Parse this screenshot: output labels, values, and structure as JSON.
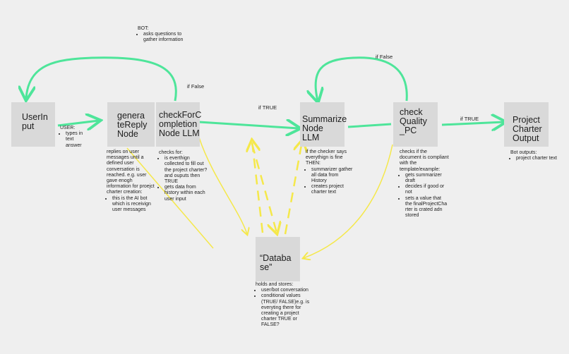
{
  "nodes": {
    "user_input": "UserIn\nput",
    "generate_reply": "genera\nteReply\nNode",
    "check_for_completion": "checkForC\nompletion\nNode LLM",
    "summarize": "Summarize\nNode\nLLM",
    "check_quality": "check\nQuality\n_PC",
    "output": "Project\nCharter\nOutput",
    "database": "“Databa\nse”"
  },
  "edge_labels": {
    "if_false_1": "if False",
    "if_true_1": "if TRUE",
    "if_false_2": "if False",
    "if_true_2": "if TRUE"
  },
  "notes": {
    "bot": {
      "title": "BOT:",
      "items": [
        "asks questions to gather information"
      ]
    },
    "user": {
      "title": "USER:",
      "items": [
        "types in text answer"
      ]
    },
    "generate": {
      "text": "replies on user messages until a defined user conversation is reached. e.g. user gave enogh information for proejct charter creation:",
      "items": [
        "this is the AI bot which is receivign user messages"
      ]
    },
    "check_for": {
      "title": "checks for:",
      "items": [
        "is everthign collected to fill out the project charter? and ouputs then TRUE",
        "gets data from history within each user input"
      ]
    },
    "summarize": {
      "text": "if the checker says everythign is fine THEN:",
      "items": [
        "summarizer gather all data from History",
        "creates project charter text"
      ]
    },
    "check_quality": {
      "text": "checks if the document is compliant with the template/example:",
      "items": [
        "gets summarizer draft",
        "decides if good or not",
        "sets a value that the finalProjectCha rter is crated adn stored"
      ]
    },
    "output": {
      "title": "Bot outputs:",
      "items": [
        "project charter text"
      ]
    },
    "database": {
      "title": "holds and stores:",
      "items": [
        "user/bot conversation",
        "conditional values (TRUE/ FALSE)e.g. is everyting there for creating a project charter TRUE or FALSE?"
      ]
    }
  },
  "colors": {
    "flow_green": "#4ee59a",
    "db_yellow": "#f5e84a",
    "node_gray": "#d9d9d9",
    "background": "#efefef"
  }
}
